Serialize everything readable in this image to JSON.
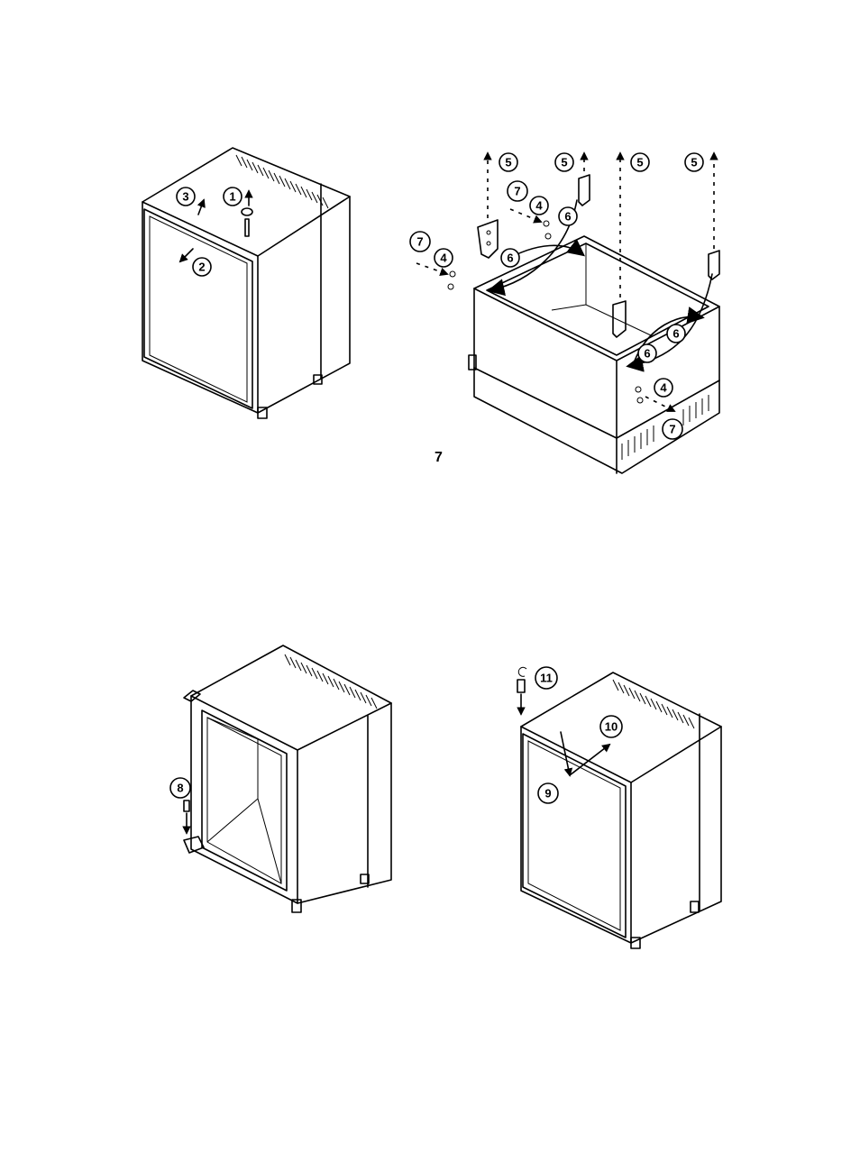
{
  "figure_number": "7",
  "callouts": {
    "c1": "1",
    "c2": "2",
    "c3": "3",
    "c4": "4",
    "c5": "5",
    "c6": "6",
    "c7": "7",
    "c8": "8",
    "c9": "9",
    "c10": "10",
    "c11": "11"
  }
}
